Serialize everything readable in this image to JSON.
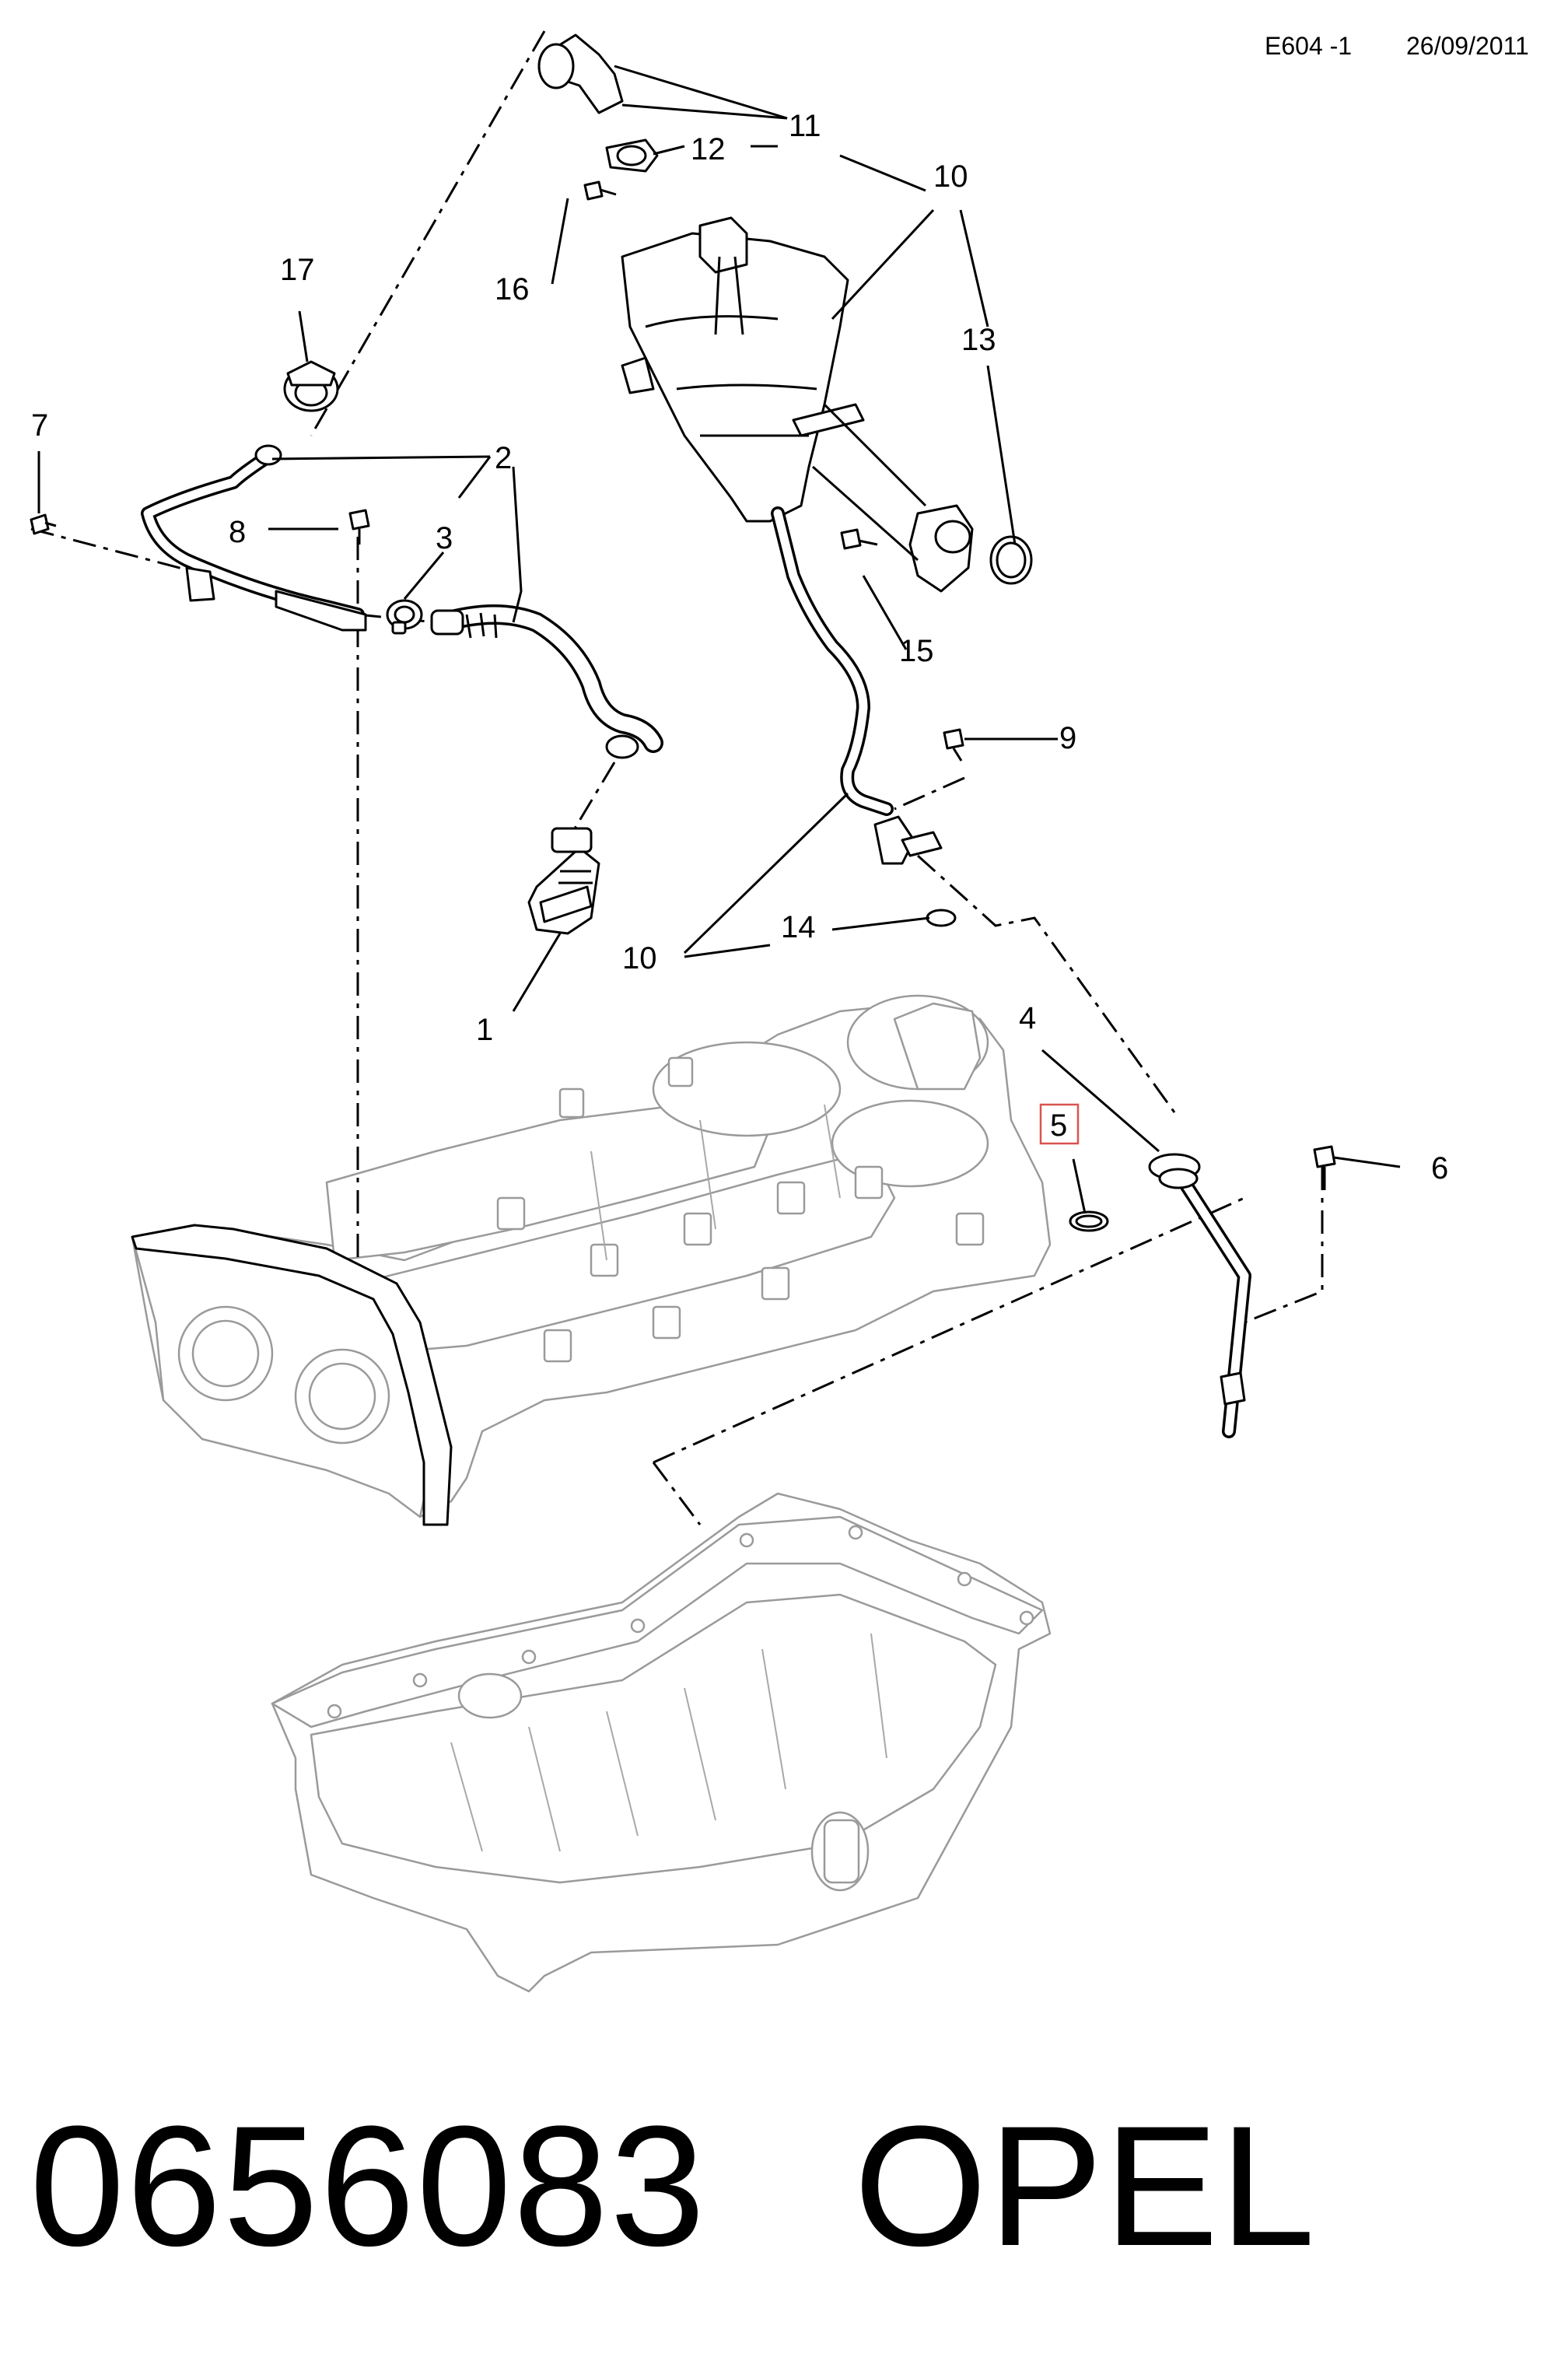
{
  "header": {
    "ref": "E604 -1",
    "date": "26/09/2011"
  },
  "callouts": {
    "c1": "1",
    "c2": "2",
    "c3": "3",
    "c4": "4",
    "c5": "5",
    "c6": "6",
    "c7": "7",
    "c8": "8",
    "c9": "9",
    "c10a": "10",
    "c10b": "10",
    "c11": "11",
    "c12": "12",
    "c13": "13",
    "c14": "14",
    "c15": "15",
    "c16": "16",
    "c17": "17"
  },
  "highlight": {
    "callout": "5",
    "color": "#d9534f"
  },
  "footer": {
    "part_number": "0656083",
    "brand": "OPEL"
  }
}
